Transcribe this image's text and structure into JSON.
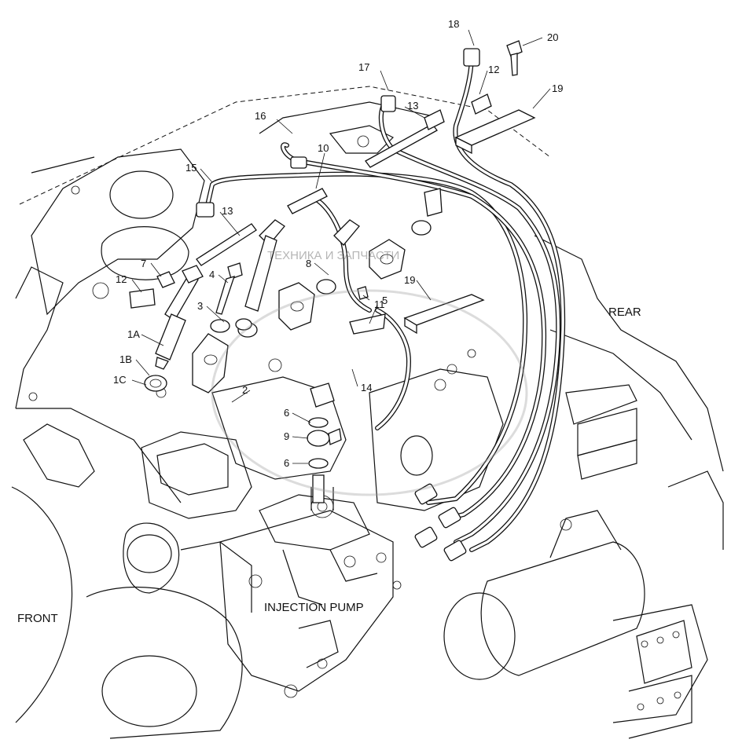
{
  "watermark": "ТЕХНИКА И ЗАПЧАСТИ",
  "orientation": {
    "front": "FRONT",
    "rear": "REAR"
  },
  "callouts": {
    "injection_pump": "INJECTION PUMP",
    "p1a": "1A",
    "p1b": "1B",
    "p1c": "1C",
    "p2": "2",
    "p3": "3",
    "p4": "4",
    "p5": "5",
    "p6a": "6",
    "p6b": "6",
    "p7": "7",
    "p8": "8",
    "p9": "9",
    "p10": "10",
    "p11": "11",
    "p12a": "12",
    "p12b": "12",
    "p13a": "13",
    "p13b": "13",
    "p14": "14",
    "p15": "15",
    "p16": "16",
    "p17": "17",
    "p18": "18",
    "p19a": "19",
    "p19b": "19",
    "p20": "20"
  }
}
